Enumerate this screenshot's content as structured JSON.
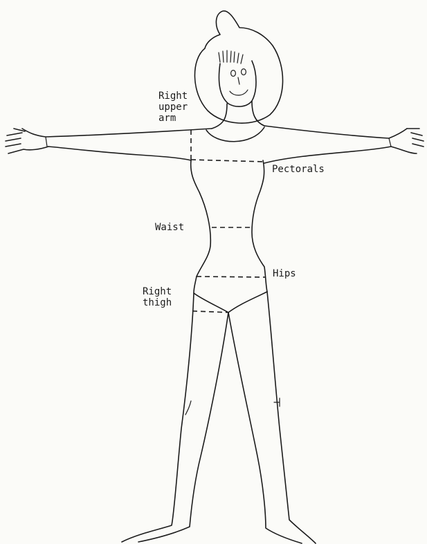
{
  "labels": {
    "right_upper_arm": "Right\nupper\narm",
    "pectorals": "Pectorals",
    "waist": "Waist",
    "hips": "Hips",
    "right_thigh": "Right\nthigh"
  },
  "colors": {
    "ink": "#1b1b1b",
    "paper": "#fbfbf8"
  }
}
